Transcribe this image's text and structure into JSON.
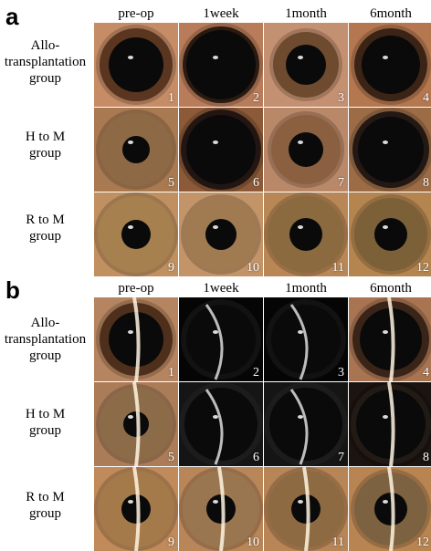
{
  "panels": [
    {
      "letter": "a",
      "columns": [
        "pre-op",
        "1week",
        "1month",
        "6month"
      ],
      "rows": [
        {
          "label": "Allo-\ntransplantation\ngroup",
          "numbers": [
            "1",
            "2",
            "3",
            "4"
          ]
        },
        {
          "label": "H to M\ngroup",
          "numbers": [
            "5",
            "6",
            "7",
            "8"
          ]
        },
        {
          "label": "R to M\ngroup",
          "numbers": [
            "9",
            "10",
            "11",
            "12"
          ]
        }
      ]
    },
    {
      "letter": "b",
      "columns": [
        "pre-op",
        "1week",
        "1month",
        "6month"
      ],
      "rows": [
        {
          "label": "Allo-\ntransplantation\ngroup",
          "numbers": [
            "1",
            "2",
            "3",
            "4"
          ]
        },
        {
          "label": "H to M\ngroup",
          "numbers": [
            "5",
            "6",
            "7",
            "8"
          ]
        },
        {
          "label": "R to M\ngroup",
          "numbers": [
            "9",
            "10",
            "11",
            "12"
          ]
        }
      ]
    }
  ]
}
